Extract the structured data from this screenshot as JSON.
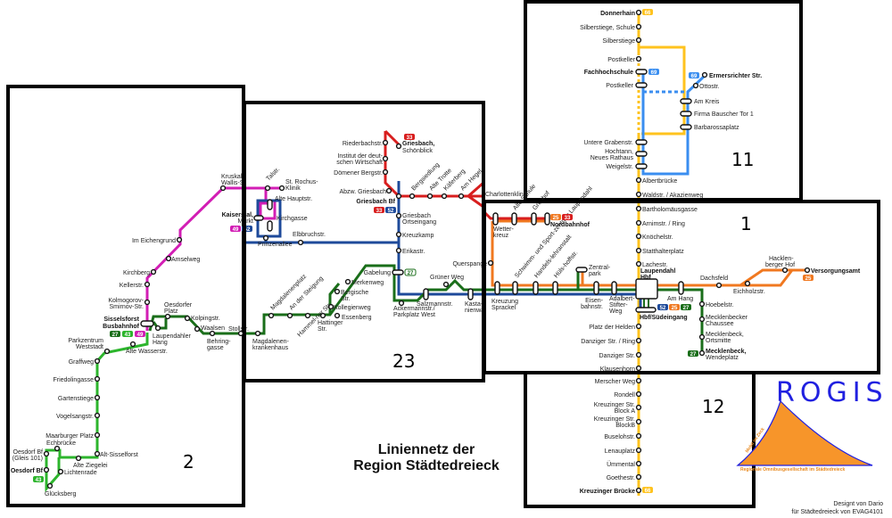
{
  "title": {
    "line1": "Liniennetz der",
    "line2": "Region Städtedreieck"
  },
  "credit": {
    "line1": "Designt von Dario",
    "line2": "für Städtedreieck von EVAG4101"
  },
  "panels": [
    {
      "id": "11",
      "label": "11"
    },
    {
      "id": "1",
      "label": "1"
    },
    {
      "id": "12",
      "label": "12"
    },
    {
      "id": "23",
      "label": "23"
    },
    {
      "id": "2",
      "label": "2"
    }
  ],
  "logo": {
    "text": "ROGIS",
    "slogan": "Mobil im Zeck",
    "subtitle": "Regionale Omnibusgesellschaft im Städtedreieck"
  },
  "line_colors": {
    "25": "#f07820",
    "27": "#1a6e1a",
    "33": "#d81e1e",
    "43": "#2db52d",
    "49": "#d21eb4",
    "52": "#1e4a9a",
    "66": "#ffc31e",
    "69": "#3a8ef0"
  },
  "lines": [
    {
      "number": "25",
      "color": "#f07820"
    },
    {
      "number": "27",
      "color": "#1a6e1a"
    },
    {
      "number": "33",
      "color": "#d81e1e"
    },
    {
      "number": "43",
      "color": "#2db52d"
    },
    {
      "number": "49",
      "color": "#d21eb4"
    },
    {
      "number": "52",
      "color": "#1e4a9a"
    },
    {
      "number": "66",
      "color": "#ffc31e"
    },
    {
      "number": "69",
      "color": "#3a8ef0"
    }
  ],
  "stations": {
    "donnerhain": "Donnerhain",
    "silberstiege_schule": "Silberstiege, Schule",
    "silberstiege": "Silberstiege",
    "postkeller1": "Postkeller",
    "fachhochschule": "Fachhochschule",
    "postkeller2": "Postkeller",
    "ermersrichter": "Ermersrichter Str.",
    "ottostr": "Ottostr.",
    "am_kreis": "Am Kreis",
    "firma_bauscher": "Firma Bauscher Tor 1",
    "barbarossaplatz": "Barbarossaplatz",
    "untere_graben": "Untere Grabenstr.",
    "hochtann1": "Hochtann,",
    "hochtann2": "Neues Rathaus",
    "weigelstr": "Weigelstr.",
    "albertbruecke": "Albertbrücke",
    "waldstr": "Waldstr. / Akazienweg",
    "bartholomaeus": "Bartholomäusgasse",
    "arnimstr": "Arnimstr. / Ring",
    "knoechelstr": "Knöchelstr.",
    "statthalterplatz": "Statthalterplatz",
    "lachestr": "Lachestr.",
    "laupendahl_hbf1": "Laupendahl",
    "laupendahl_hbf2": "Hbf",
    "hbf_suedeingang": "Hbf/Südeingang",
    "platz_der_helden": "Platz der Helden",
    "danziger_ring": "Danziger Str. / Ring",
    "danziger": "Danziger Str.",
    "klausenhorn": "Klausenhorn",
    "merscher_weg": "Merscher Weg",
    "rondell": "Rondell",
    "kreuzinger_a1": "Kreuzinger Str.",
    "kreuzinger_a2": "Block A",
    "kreuzinger_b1": "Kreuzinger Str.",
    "kreuzinger_b2": "BlockB",
    "buselohstr": "Buselohstr.",
    "lenauplatz": "Lenauplatz",
    "uemmental": "Ümmental",
    "goethestr": "Goethestr.",
    "kreuzinger_bruecke": "Kreuzinger Brücke",
    "dachsfeld": "Dachsfeld",
    "eichholzstr": "Eichholzstr.",
    "hacklenberger1": "Hacklen-",
    "hacklenberger2": "berger Hof",
    "versorgungsamt": "Versorgungsamt",
    "am_hang": "Am Hang",
    "hoebelstr": "Hoebelstr.",
    "mecklenbecker1": "Mecklenbecker",
    "mecklenbecker2": "Chaussee",
    "mecklenbeck_om1": "Mecklenbeck,",
    "mecklenbeck_om2": "Ortsmitte",
    "mecklenbeck_wp1": "Mecklenbeck,",
    "mecklenbeck_wp2": "Wendeplatz",
    "adalbert1": "Adalbert-",
    "adalbert2": "Stifter-",
    "adalbert3": "Weg",
    "eisenbahnstr1": "Eisen-",
    "eisenbahnstr2": "bahnstr.",
    "zentralpark1": "Zentral-",
    "zentralpark2": "park",
    "huelshoff": "Hüls-hoffstr.",
    "handelslehranstalt": "Handels-lehranstalt",
    "schwimm": "Schwimm- und Sport-zentrum Laupendahl",
    "kreuzung1": "Kreuzung",
    "kreuzung2": "Sprackel",
    "wetterkreuz1": "Wetter-",
    "wetterkreuz2": "kreuz",
    "alte_schule": "Alte Schule",
    "gruenhof": "Grünhof",
    "nordbahnhof": "Nordbahnhof",
    "querspange": "Querspange",
    "charlottenklinik": "Charlottenklinik",
    "riederbachstr": "Riederbachstr.",
    "institut1": "Institut der deut-",
    "institut2": "schen Wirtschaft",
    "doemener": "Dömener Bergstr.",
    "abzw_griesbach": "Abzw. Griesbach",
    "griesbach_bf": "Griesbach Bf",
    "griesbach_schoenblick1": "Griesbach,",
    "griesbach_schoenblick2": "Schönblick",
    "bergsiedlung": "Bergsiedlung",
    "alte_trotte": "Alte Trotte",
    "kaeferberg": "Käferberg",
    "am_hegel": "Am Hegel",
    "griesbach_oe1": "Griesbach",
    "griesbach_oe2": "Ortseingang",
    "kreuzkamp": "Kreuzkamp",
    "erikastr": "Erikastr.",
    "gabelung": "Gabelung",
    "gruener_weg": "Grüner Weg",
    "salzmannstr": "Salzmannstr.",
    "kastanienwall1": "Kasta-",
    "kastanienwall2": "nienwall",
    "ackermann1": "Ackermannstr./",
    "ackermann2": "Parkplatz West",
    "merkenweg": "Merkenweg",
    "bergische1": "Bergische",
    "bergische2": "Str.",
    "kollegienweg": "Kollegienweg",
    "essenberg": "Essenberg",
    "hattinger1": "Hattinger",
    "hattinger2": "Str.",
    "hammel": "Hammel-ner Str.",
    "an_der_steigung": "An der Steigung",
    "magdalenenplatz": "Magdalenenplatz",
    "magdalenen_kh1": "Magdalenen-",
    "magdalenen_kh2": "krankenhaus",
    "stollstr": "Stollstr.",
    "talstr": "Talstr.",
    "st_rochus1": "St. Rochus-",
    "st_rochus2": "Klinik",
    "alte_hauptstr": "Alte Hauptstr.",
    "kirchgasse": "Kirchgasse",
    "kaiserstal1": "Kaiserstal,",
    "kaiserstal2": "Markt",
    "elbbruchstr": "Elbbruchstr.",
    "prinzenallee": "Prinzenallee",
    "kruskal1": "Kruskal-",
    "kruskal2": "Wallis-Str.",
    "eichengrund": "Im Eichengrund",
    "amselweg": "Amselweg",
    "kirchberg": "Kirchberg",
    "kellerstr": "Kellerstr.",
    "kolmogorov1": "Kolmogorov-",
    "kolmogorov2": "Smirnov-Str.",
    "sisselsforst1": "Sisselsforst",
    "sisselsforst2": "Busbahnhof",
    "oesdorfer_platz1": "Oesdorfer",
    "oesdorfer_platz2": "Platz",
    "kolpingstr": "Kolpingstr.",
    "waalsen": "Waalsen",
    "behringgasse1": "Behring-",
    "behringgasse2": "gasse",
    "laupendahler_hang1": "Laupendahler",
    "laupendahler_hang2": "Hang",
    "alte_wasserstr": "Alte Wasserstr.",
    "parkzentrum1": "Parkzentrum",
    "parkzentrum2": "Weststadt",
    "graffweg": "Graffweg",
    "friedolingasse": "Friedolingasse",
    "gartenstiege": "Gartenstiege",
    "vogelsangstr": "Vogelsangstr.",
    "maarburger": "Maarburger Platz",
    "echbruecke": "Echbrücke",
    "alt_sisselforst": "Alt-Sisselforst",
    "oesdorf_gleis1": "Oesdorf Bf",
    "oesdorf_gleis2": "(Gleis 101)",
    "oesdorf_bf": "Oesdorf Bf",
    "alte_ziegelei": "Alte Ziegelei",
    "lichtenrade": "Lichtenrade",
    "gluecksberg": "Glücksberg"
  },
  "badges": {
    "b66": "66",
    "b69": "69",
    "b25": "25",
    "b33": "33",
    "b52": "52",
    "b27": "27",
    "b43": "43",
    "b49": "49"
  }
}
